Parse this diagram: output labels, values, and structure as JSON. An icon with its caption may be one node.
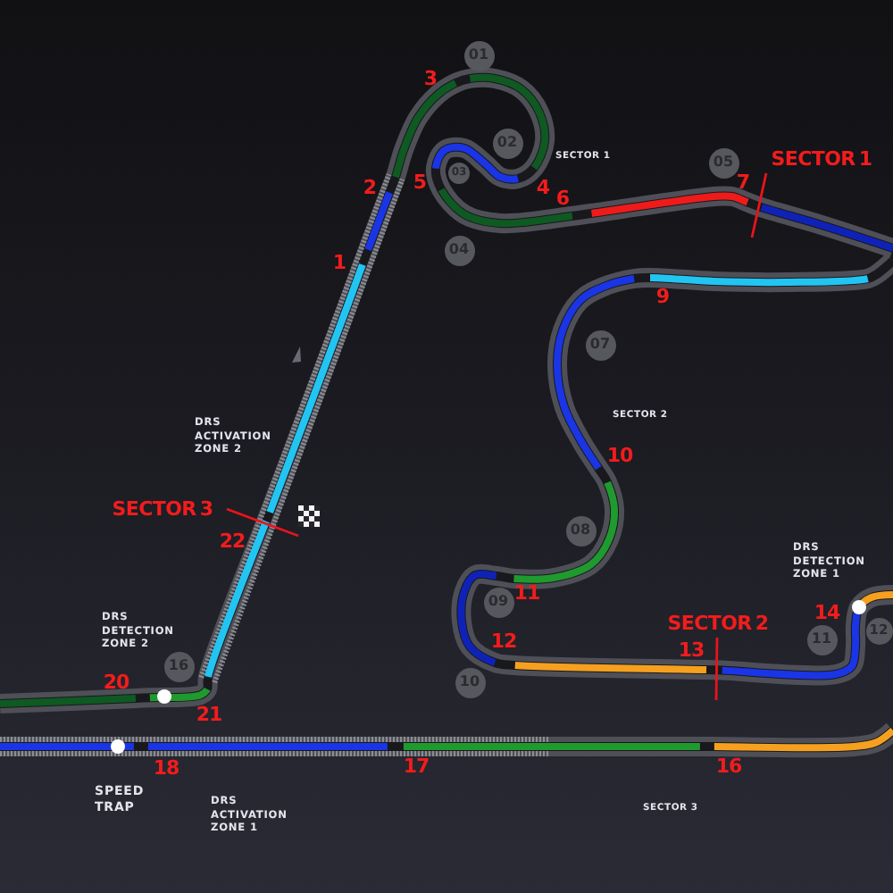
{
  "diagram": {
    "nodes": [
      {
        "text": [
          "01"
        ]
      },
      {
        "text": [
          "02"
        ]
      },
      {
        "text": [
          "03"
        ]
      },
      {
        "text": [
          "04"
        ]
      },
      {
        "text": [
          "05"
        ]
      },
      {
        "text": [
          "07"
        ]
      },
      {
        "text": [
          "08"
        ]
      },
      {
        "text": [
          "09"
        ]
      },
      {
        "text": [
          "10"
        ]
      },
      {
        "text": [
          "11"
        ]
      },
      {
        "text": [
          "12"
        ]
      },
      {
        "text": [
          "16"
        ]
      }
    ],
    "labels": [
      "3",
      "SECTOR 1",
      "SECTOR 1",
      "5",
      "4",
      "7",
      "2",
      "6",
      "1",
      "9",
      "SECTOR 2",
      "DRS ACTIVATION ZONE 2",
      "10",
      "SECTOR 3",
      "22",
      "DRS DETECTION ZONE 1",
      "11",
      "14",
      "SECTOR 2",
      "DRS DETECTION ZONE 2",
      "12",
      "13",
      "20",
      "21",
      "16",
      "17",
      "18",
      "SPEED TRAP",
      "SECTOR 3",
      "DRS ACTIVATION ZONE 1"
    ]
  }
}
